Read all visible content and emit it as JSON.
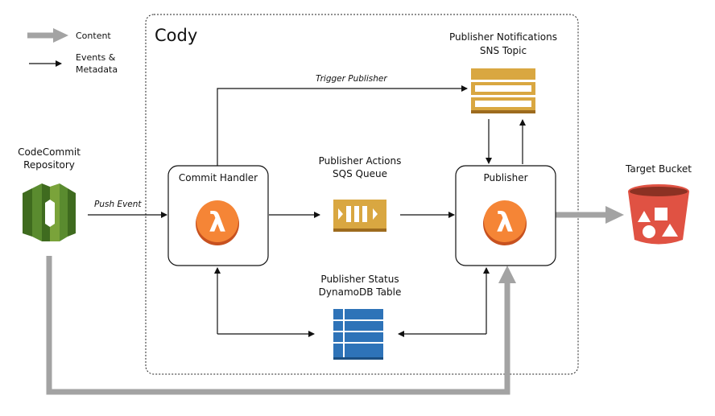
{
  "legend": {
    "content_label": "Content",
    "events_label_line1": "Events &",
    "events_label_line2": "Metadata"
  },
  "group": {
    "title": "Cody"
  },
  "nodes": {
    "codecommit": {
      "line1": "CodeCommit",
      "line2": "Repository"
    },
    "commit_handler": {
      "label": "Commit Handler"
    },
    "sqs": {
      "line1": "Publisher Actions",
      "line2": "SQS Queue"
    },
    "sns": {
      "line1": "Publisher Notifications",
      "line2": "SNS Topic"
    },
    "publisher": {
      "label": "Publisher"
    },
    "dynamodb": {
      "line1": "Publisher Status",
      "line2": "DynamoDB Table"
    },
    "target_bucket": {
      "label": "Target Bucket"
    }
  },
  "edges": {
    "push_event": "Push Event",
    "trigger_publisher": "Trigger Publisher"
  },
  "colors": {
    "lambda": "#f58536",
    "codecommit": "#5a8b2f",
    "sns": "#d9a741",
    "sqs": "#d9a741",
    "dynamodb": "#2e73b8",
    "s3": "#e05243",
    "content_arrow": "#a3a3a3"
  }
}
